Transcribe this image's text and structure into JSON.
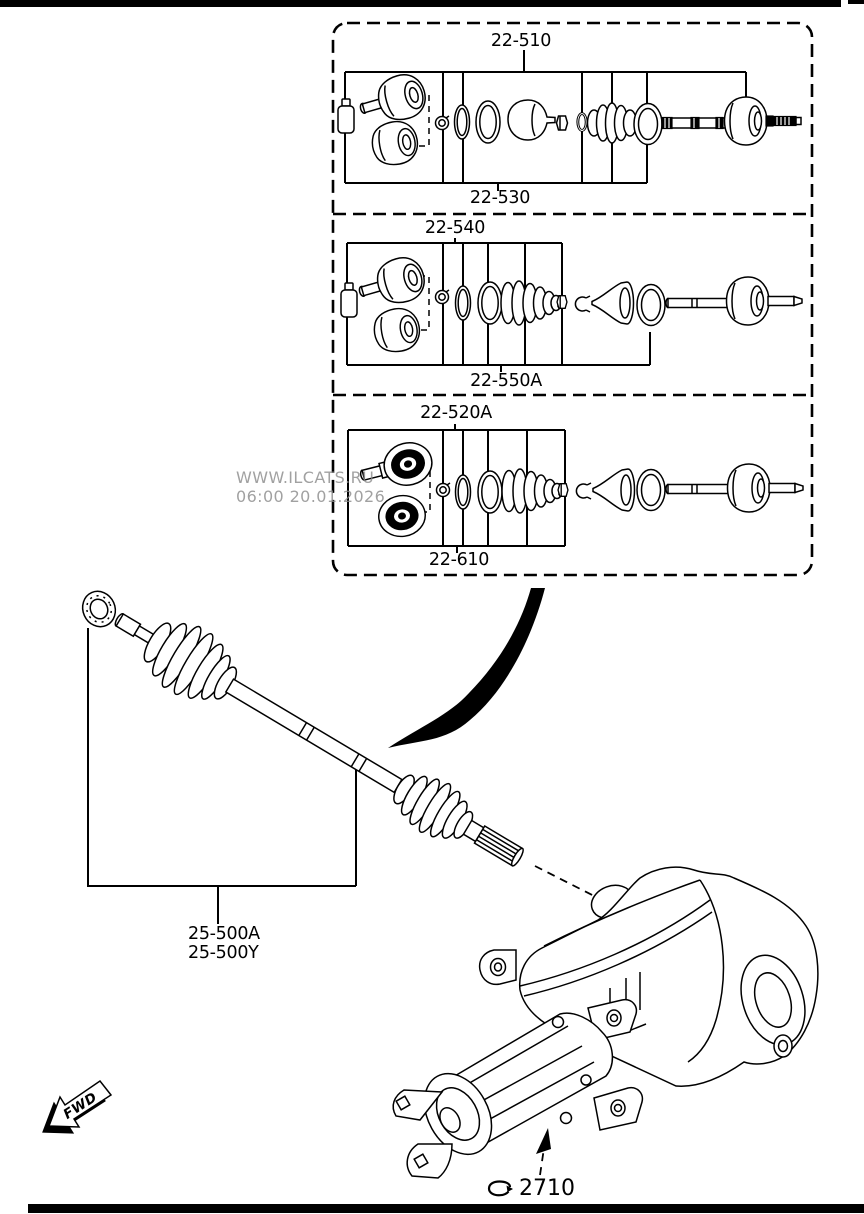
{
  "diagram": {
    "sections": [
      {
        "name": "outer-cv-joint-kit",
        "top_label": "22-510",
        "bottom_label": "22-530"
      },
      {
        "name": "middle-cv-joint-kit",
        "top_label": "22-540",
        "bottom_label": "22-550A"
      },
      {
        "name": "inner-cv-joint-kit",
        "top_label": "22-520A",
        "bottom_label": "22-610"
      }
    ],
    "drive_shaft": {
      "label_primary": "25-500A",
      "label_secondary": "25-500Y"
    },
    "differential": {
      "ref_label": "2710"
    },
    "direction_arrow": {
      "label": "FWD"
    },
    "watermark": {
      "line1": "WWW.ILCATS.RU",
      "line2": "06:00 20.01.2026"
    },
    "colors": {
      "line": "#000000",
      "background": "#ffffff",
      "watermark": "#8a8a8a"
    }
  }
}
